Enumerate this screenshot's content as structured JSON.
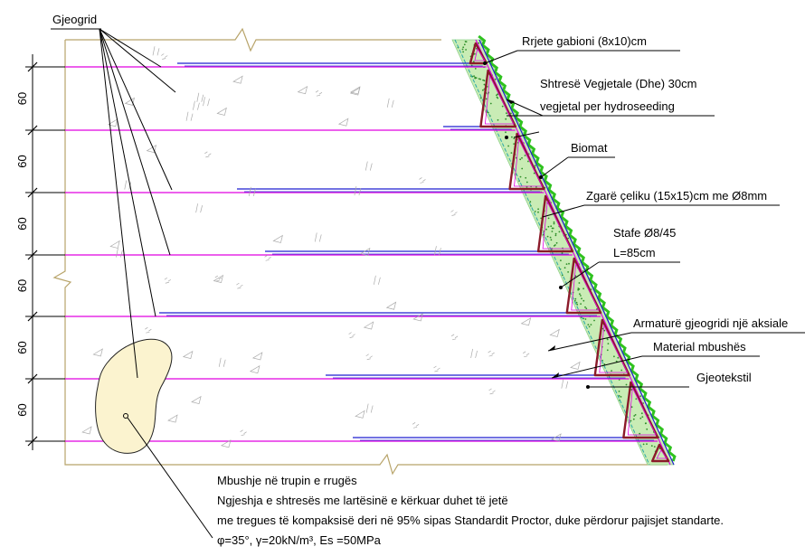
{
  "labels": {
    "gjeogrid": "Gjeogrid",
    "rrjete": "Rrjete gabioni (8x10)cm",
    "shtrese1": "Shtresë Vegjetale (Dhe) 30cm",
    "shtrese2": "vegjetal per hydroseeding",
    "biomat": "Biomat",
    "zgare": "Zgarë çeliku (15x15)cm me Ø8mm",
    "stafe1": "Stafe Ø8/45",
    "stafe2": "L=85cm",
    "armature": "Armaturë gjeogridi një aksiale",
    "material": "Material mbushës",
    "gjeotekstil": "Gjeotekstil"
  },
  "dimension_labels": [
    "60",
    "60",
    "60",
    "60",
    "60",
    "60"
  ],
  "notes": [
    "Mbushje në trupin e rrugës",
    "Ngjeshja e shtresës me lartësinë e kërkuar duhet të jetë",
    "me tregues të kompaksisë deri në 95% sipas Standardit Proctor, duke përdorur pajisjet standarte.",
    "φ=35°, γ=20kN/m³, Es =50MPa"
  ],
  "colors": {
    "geogrid": "#e100e1",
    "armature": "#1f1fd0",
    "gabion": "#8b1a2a",
    "vegetation": "#2fc21f",
    "soil_fill": "#c9ecb5",
    "ellipse_fill": "#fbf3cf",
    "border": "#b8a46a"
  }
}
